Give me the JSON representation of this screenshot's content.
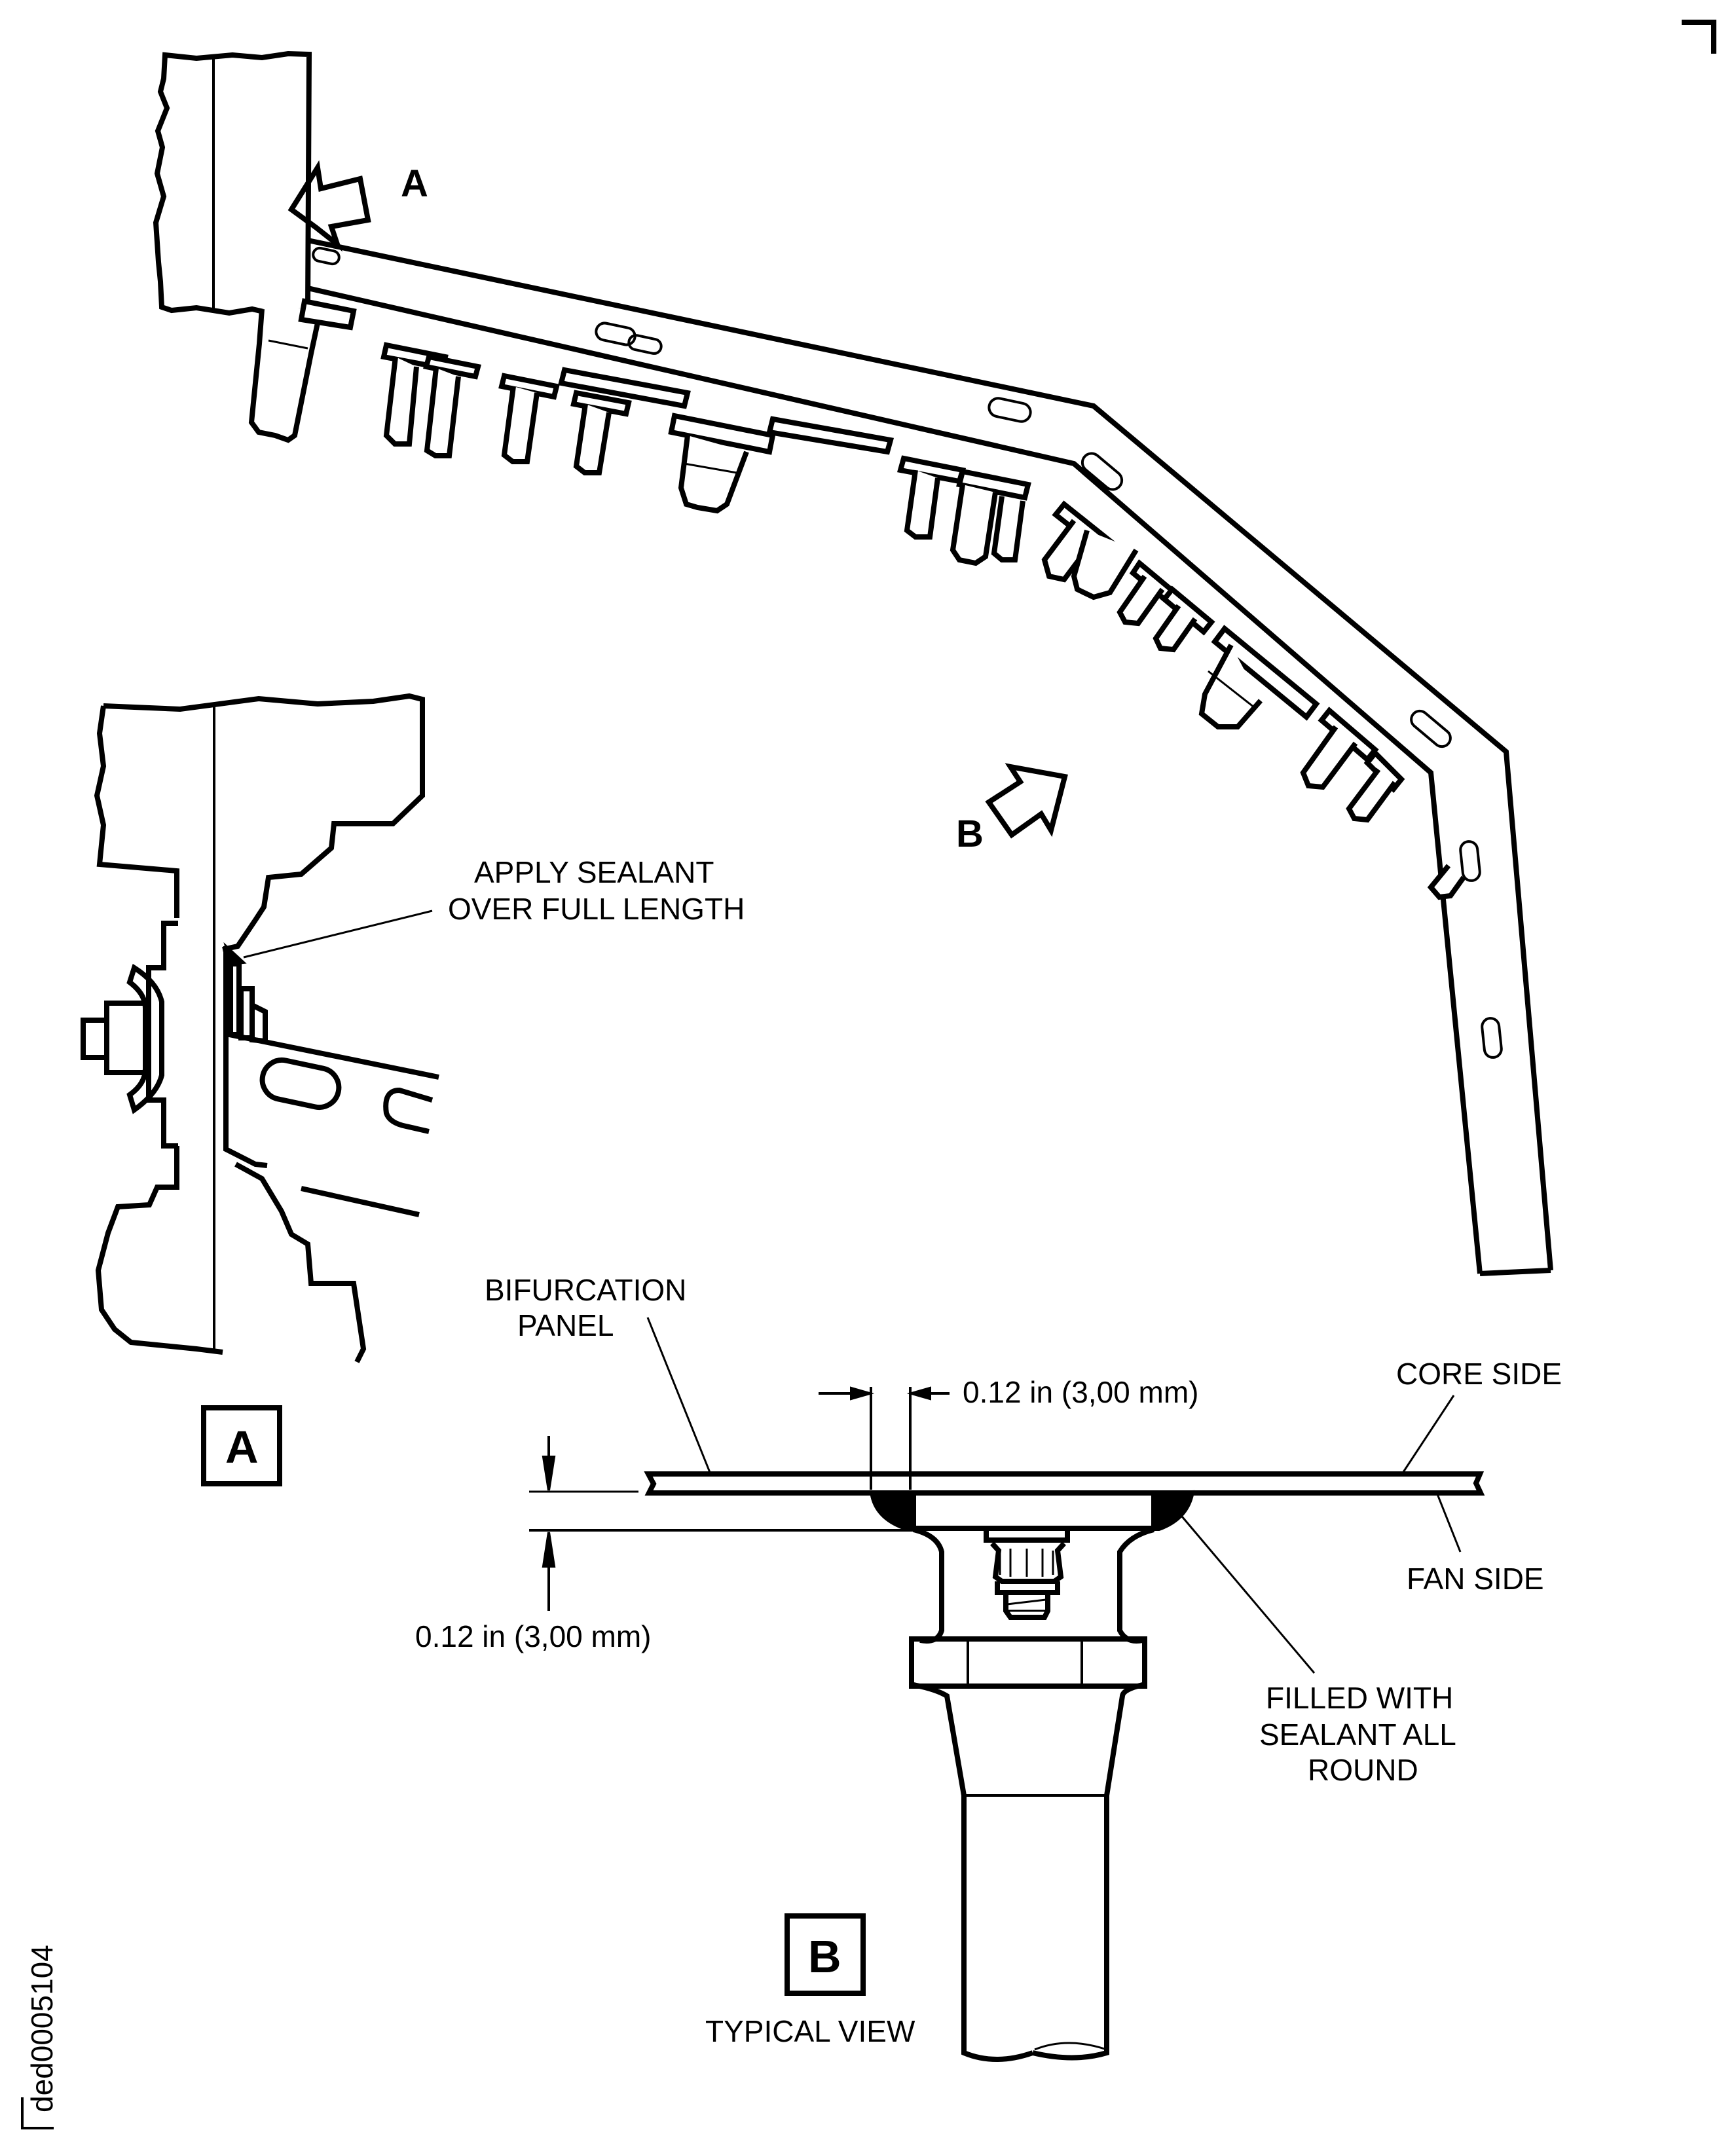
{
  "figure": {
    "drawing_id": "ded0005104",
    "type": "technical-illustration"
  },
  "main_view": {
    "view_arrows": [
      {
        "id": "A",
        "label": "A"
      },
      {
        "id": "B",
        "label": "B"
      }
    ]
  },
  "detail_a": {
    "view_label": "A",
    "callouts": {
      "sealant_line1": "APPLY SEALANT",
      "sealant_line2": "OVER FULL LENGTH"
    }
  },
  "detail_b": {
    "view_label": "B",
    "caption": "TYPICAL VIEW",
    "callouts": {
      "panel_line1": "BIFURCATION",
      "panel_line2": "PANEL",
      "core_side": "CORE SIDE",
      "fan_side": "FAN SIDE",
      "filled_line1": "FILLED WITH",
      "filled_line2": "SEALANT ALL",
      "filled_line3": "ROUND"
    },
    "dimensions": {
      "horizontal": "0.12 in (3,00 mm)",
      "vertical": "0.12 in (3,00 mm)"
    }
  }
}
